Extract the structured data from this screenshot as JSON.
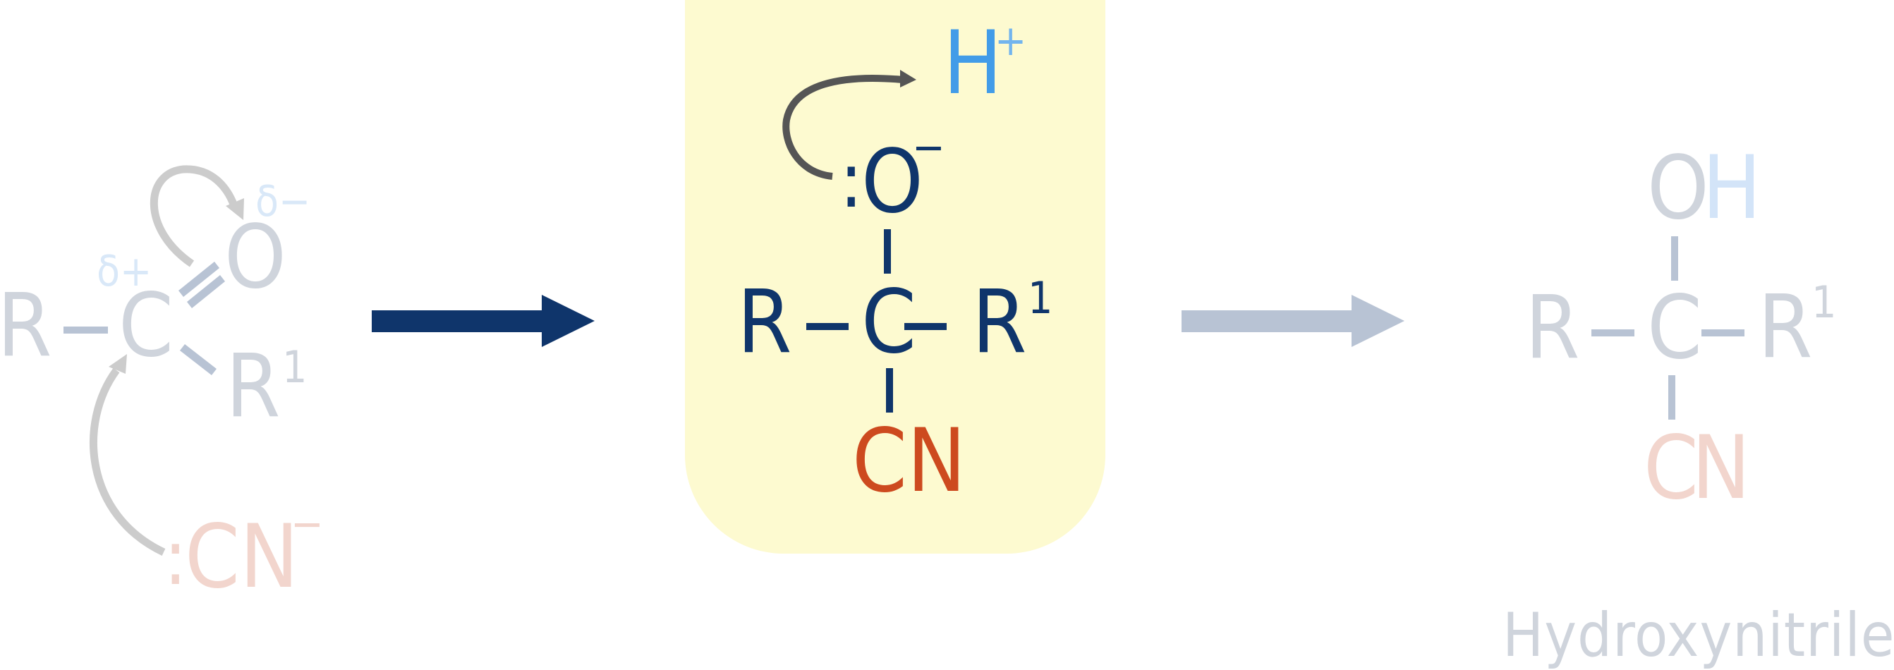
{
  "colors": {
    "faded_atom": "#cfd4dc",
    "faded_bond": "#b8c3d4",
    "faded_delta": "#d9e8f8",
    "faded_cn": "#f2d5cd",
    "curly_arrow_faded": "#cccccc",
    "navy": "#0f356b",
    "cn_orange": "#cd4a1f",
    "h_blue": "#429ce8",
    "h_plus": "#72b4ee",
    "curly_arrow_dark": "#555555",
    "highlight_bg": "#fdfad0",
    "reaction_arrow_1": "#0f356b",
    "reaction_arrow_2": "#b8c3d4"
  },
  "step1": {
    "r_left": "R",
    "carbon": "C",
    "delta_plus": "δ+",
    "oxygen": "O",
    "delta_minus": "δ−",
    "r_right": "R",
    "r_right_sup": "1",
    "nucleophile_lone_pair": ":",
    "nucleophile": "CN",
    "nucleophile_charge": "−"
  },
  "step2": {
    "lone_pair": ":",
    "oxygen": "O",
    "oxygen_charge": "−",
    "proton": "H",
    "proton_charge": "+",
    "r_left": "R",
    "carbon": "C",
    "r_right": "R",
    "r_right_sup": "1",
    "cn": "CN"
  },
  "step3": {
    "oxygen": "O",
    "hydrogen": "H",
    "r_left": "R",
    "carbon": "C",
    "r_right": "R",
    "r_right_sup": "1",
    "cn_c": "C",
    "cn_n": "N",
    "product_label": "Hydroxynitrile"
  }
}
